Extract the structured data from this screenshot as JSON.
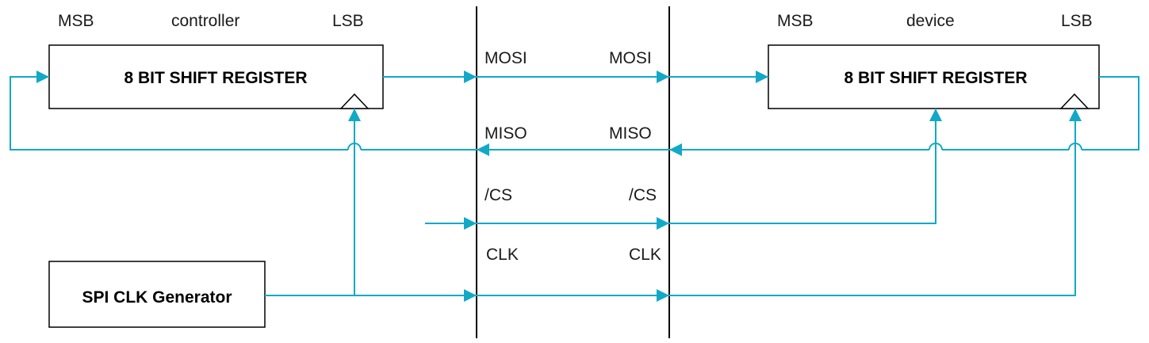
{
  "controller": {
    "msb": "MSB",
    "title": "controller",
    "lsb": "LSB",
    "register": "8 BIT SHIFT REGISTER"
  },
  "device": {
    "msb": "MSB",
    "title": "device",
    "lsb": "LSB",
    "register": "8 BIT SHIFT REGISTER"
  },
  "clock_generator": "SPI CLK Generator",
  "signals": {
    "mosi_left": "MOSI",
    "mosi_right": "MOSI",
    "miso_left": "MISO",
    "miso_right": "MISO",
    "cs_left": "/CS",
    "cs_right": "/CS",
    "clk_left": "CLK",
    "clk_right": "CLK"
  },
  "colors": {
    "wire": "#12a9c6",
    "boundary": "#000000"
  }
}
